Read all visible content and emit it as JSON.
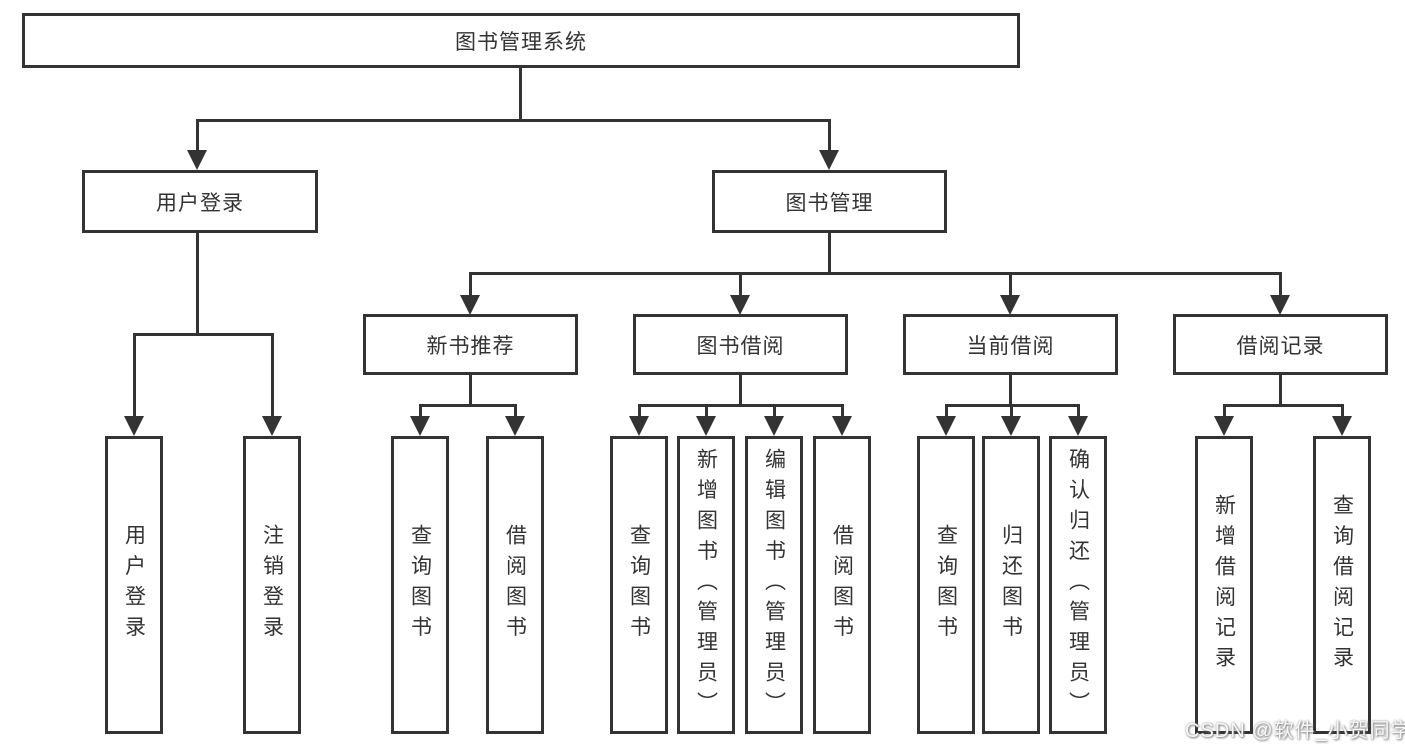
{
  "diagram": {
    "root": "图书管理系统",
    "level2": {
      "user_login": "用户登录",
      "book_mgmt": "图书管理"
    },
    "level3": {
      "new_book": "新书推荐",
      "book_borrow": "图书借阅",
      "current_borrow": "当前借阅",
      "borrow_record": "借阅记录"
    },
    "leaves": {
      "login": "用户登录",
      "logout": "注销登录",
      "nb_query": "查询图书",
      "nb_borrow": "借阅图书",
      "bb_query": "查询图书",
      "bb_add": "新增图书（管理员）",
      "bb_edit": "编辑图书（管理员）",
      "bb_borrow": "借阅图书",
      "cb_query": "查询图书",
      "cb_return": "归还图书",
      "cb_confirm": "确认归还（管理员）",
      "br_add": "新增借阅记录",
      "br_query": "查询借阅记录"
    }
  },
  "watermark": {
    "text": "CSDN @软件_小贺同学"
  },
  "colors": {
    "line": "#333333",
    "background": "#ffffff",
    "box_fill": "#ffffff",
    "text": "#333333",
    "watermark_text": "#f7f7f7"
  }
}
